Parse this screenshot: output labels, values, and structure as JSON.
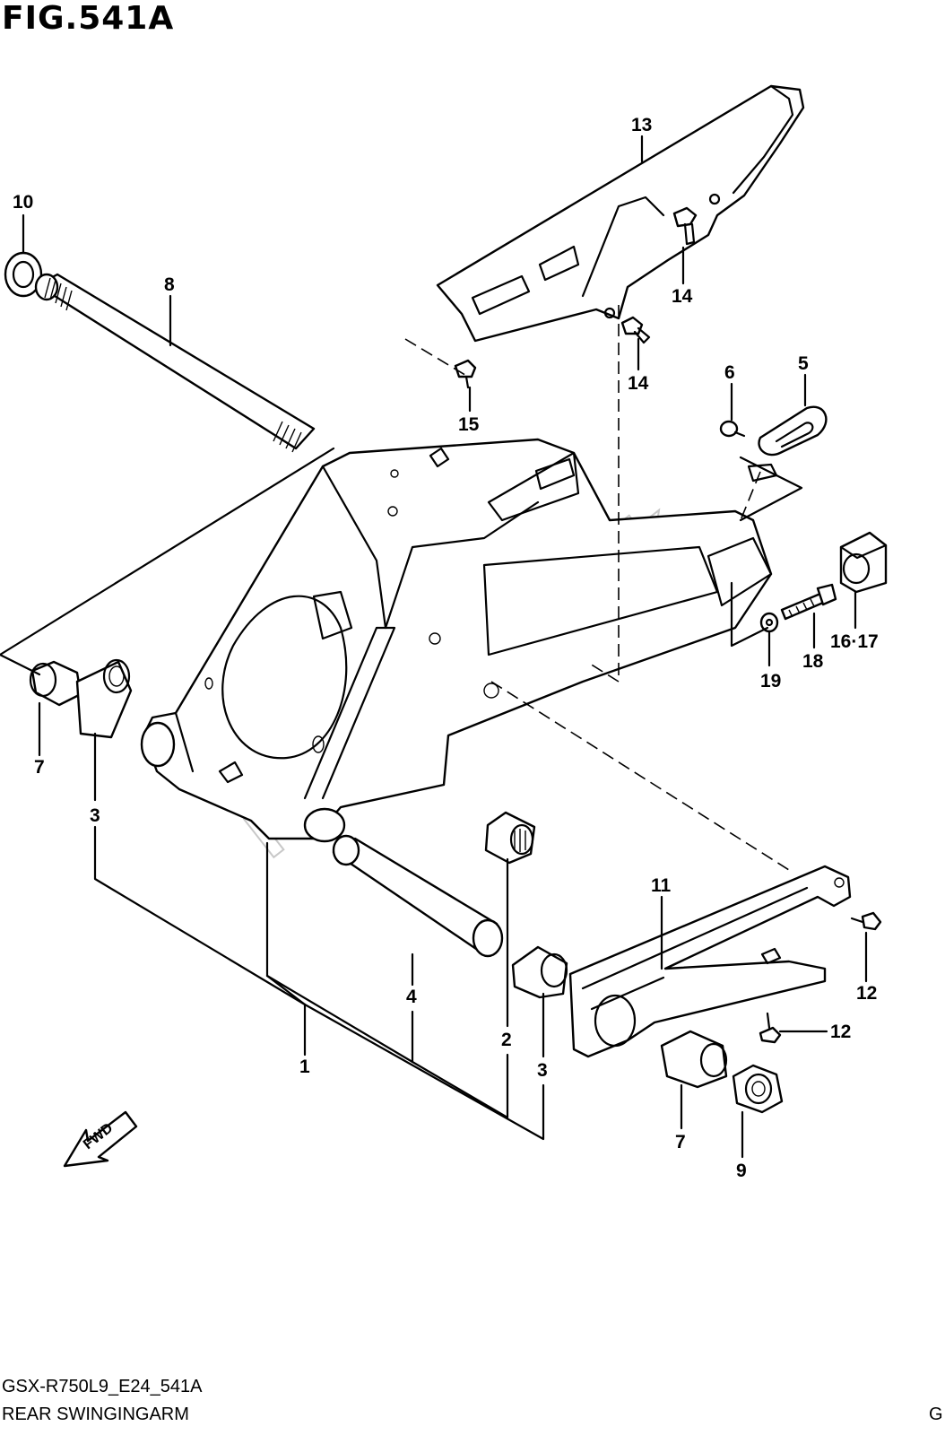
{
  "figure": {
    "title": "FIG.541A",
    "model_code": "GSX-R750L9_E24_541A",
    "name": "REAR SWINGINGARM",
    "corner_mark": "G"
  },
  "watermark": "PartsRepublik",
  "fwd_label": "FWD",
  "callouts": [
    {
      "id": "c13",
      "text": "13"
    },
    {
      "id": "c10",
      "text": "10"
    },
    {
      "id": "c8",
      "text": "8"
    },
    {
      "id": "c14a",
      "text": "14"
    },
    {
      "id": "c14b",
      "text": "14"
    },
    {
      "id": "c15",
      "text": "15"
    },
    {
      "id": "c6",
      "text": "6"
    },
    {
      "id": "c5",
      "text": "5"
    },
    {
      "id": "c1617",
      "text": "16·17"
    },
    {
      "id": "c18",
      "text": "18"
    },
    {
      "id": "c19",
      "text": "19"
    },
    {
      "id": "c7a",
      "text": "7"
    },
    {
      "id": "c3a",
      "text": "3"
    },
    {
      "id": "c11",
      "text": "11"
    },
    {
      "id": "c12a",
      "text": "12"
    },
    {
      "id": "c12b",
      "text": "12"
    },
    {
      "id": "c4",
      "text": "4"
    },
    {
      "id": "c2",
      "text": "2"
    },
    {
      "id": "c1",
      "text": "1"
    },
    {
      "id": "c3b",
      "text": "3"
    },
    {
      "id": "c7b",
      "text": "7"
    },
    {
      "id": "c9",
      "text": "9"
    }
  ]
}
